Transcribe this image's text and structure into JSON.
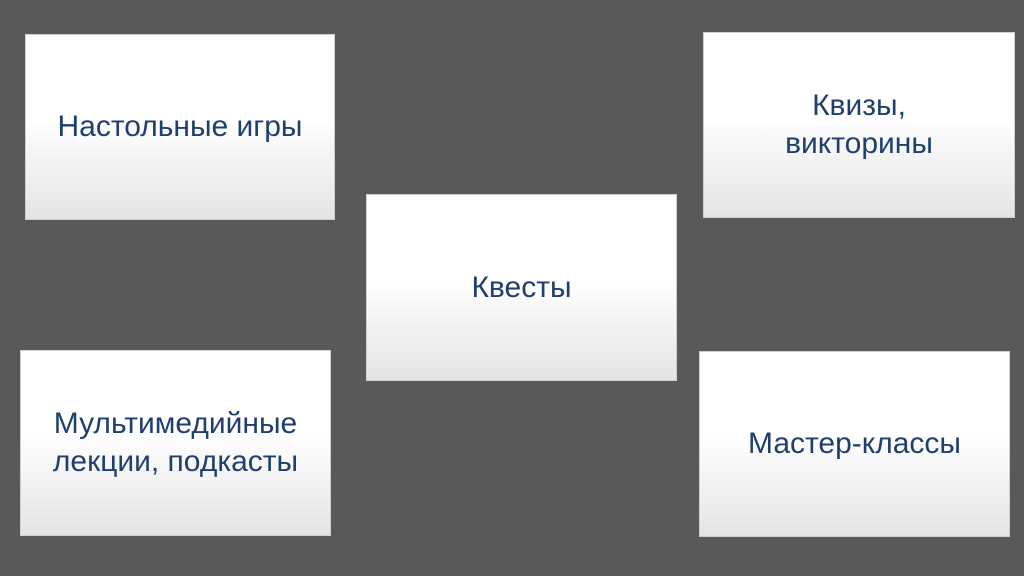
{
  "cards": {
    "board_games": "Настольные игры",
    "quizzes_line1": "Квизы,",
    "quizzes_line2": "викторины",
    "quests": "Квесты",
    "multimedia_line1": "Мультимедийные",
    "multimedia_line2": "лекции, подкасты",
    "masterclasses": "Мастер-классы"
  },
  "colors": {
    "background": "#595959",
    "text": "#1f3f6e",
    "card": "#ffffff"
  }
}
